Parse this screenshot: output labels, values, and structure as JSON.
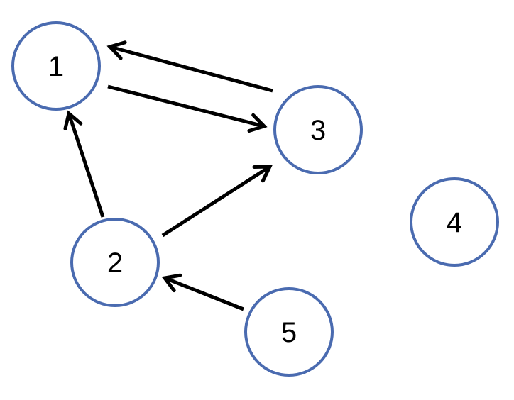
{
  "diagram": {
    "nodes": [
      {
        "id": "1",
        "label": "1"
      },
      {
        "id": "2",
        "label": "2"
      },
      {
        "id": "3",
        "label": "3"
      },
      {
        "id": "4",
        "label": "4"
      },
      {
        "id": "5",
        "label": "5"
      }
    ],
    "edges": [
      {
        "from": "1",
        "to": "3"
      },
      {
        "from": "3",
        "to": "1"
      },
      {
        "from": "2",
        "to": "1"
      },
      {
        "from": "2",
        "to": "3"
      },
      {
        "from": "5",
        "to": "2"
      }
    ]
  },
  "colors": {
    "node_border": "#4A6BB0",
    "edge": "#000000",
    "background": "#FFFFFF"
  }
}
